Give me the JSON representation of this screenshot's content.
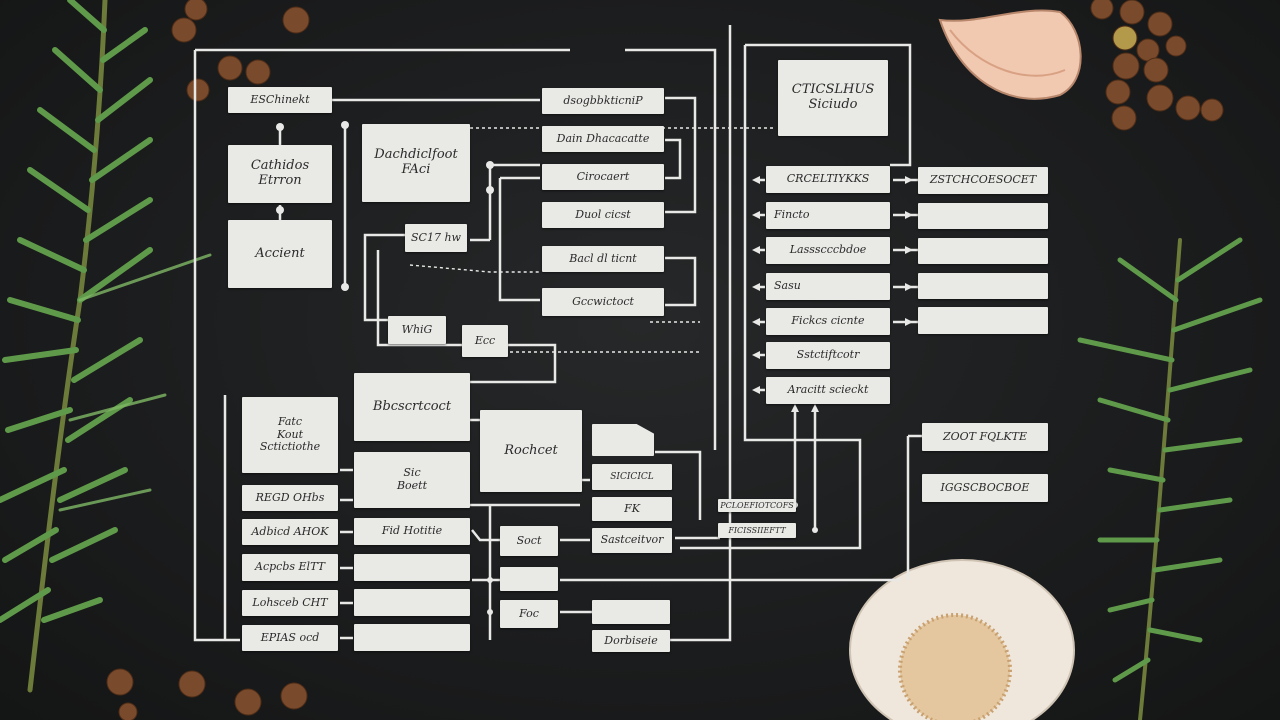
{
  "colors": {
    "background": "#1c1d1e",
    "line": "#e8e8e6",
    "box_fill": "#e9e9e6",
    "box_text": "#2b2b2b",
    "rosemary": "#5f9a4a",
    "garlic": "#efe7dc",
    "peppercorn": "#7a4a2c"
  },
  "decorations": [
    "rosemary-sprig-left",
    "rosemary-sprig-right",
    "garlic-clove",
    "garlic-bulb",
    "peppercorns"
  ],
  "boxes": [
    {
      "name": "node-top-left-title",
      "text": "ESChinekt"
    },
    {
      "name": "node-left-1",
      "text": "Cathidos\nEtrron"
    },
    {
      "name": "node-left-2",
      "text": "Accient"
    },
    {
      "name": "node-center-1",
      "text": "Dachdiclfoot\nFAci"
    },
    {
      "name": "node-center-small",
      "text": "SC17 hw"
    },
    {
      "name": "node-list-a-1",
      "text": "dsogbbkticniP"
    },
    {
      "name": "node-list-a-2",
      "text": "Dain Dhacacatte"
    },
    {
      "name": "node-list-a-3",
      "text": "Cirocaert"
    },
    {
      "name": "node-list-a-4",
      "text": "Duol cicst"
    },
    {
      "name": "node-list-a-5",
      "text": "Bacl dl ticnt"
    },
    {
      "name": "node-list-a-6",
      "text": "Gccwictoct"
    },
    {
      "name": "node-top-right",
      "text": "CTICSLHUS\nSiciudo"
    },
    {
      "name": "node-right-1",
      "text": "CRCELTIYKKS"
    },
    {
      "name": "node-right-2",
      "text": "Fincto"
    },
    {
      "name": "node-right-3",
      "text": "Lassscccbdoe"
    },
    {
      "name": "node-right-4",
      "text": "Sasu"
    },
    {
      "name": "node-right-5",
      "text": "Fickcs cicnte"
    },
    {
      "name": "node-right-6",
      "text": "Sstctiftcotr"
    },
    {
      "name": "node-right-7",
      "text": "Aracitt scieckt"
    },
    {
      "name": "node-far-right-1",
      "text": "ZSTCHCOESOCET"
    },
    {
      "name": "node-far-right-2",
      "text": ""
    },
    {
      "name": "node-far-right-3",
      "text": ""
    },
    {
      "name": "node-far-right-4",
      "text": ""
    },
    {
      "name": "node-far-right-5",
      "text": ""
    },
    {
      "name": "node-mid-1",
      "text": "WhiG"
    },
    {
      "name": "node-mid-2",
      "text": "Ecc"
    },
    {
      "name": "node-mid-large",
      "text": "Bbcscrtcoct"
    },
    {
      "name": "node-side-list",
      "text": "Fatc\nKout\nSctictiothe"
    },
    {
      "name": "node-mid-3",
      "text": "Sic\nBoett"
    },
    {
      "name": "node-center-main",
      "text": "Rochcet"
    },
    {
      "name": "node-folder",
      "text": ""
    },
    {
      "name": "node-center-small-1",
      "text": "SICICICL"
    },
    {
      "name": "node-center-small-2",
      "text": "FK"
    },
    {
      "name": "node-center-small-3",
      "text": "Sastceitvor"
    },
    {
      "name": "node-left-list-1",
      "text": "REGD OHbs"
    },
    {
      "name": "node-left-list-2",
      "text": "Adbicd AHOK"
    },
    {
      "name": "node-left-list-3",
      "text": "Acpcbs ElTT"
    },
    {
      "name": "node-left-list-4",
      "text": "Lohsceb CHT"
    },
    {
      "name": "node-left-list-5",
      "text": "EPIAS ocd"
    },
    {
      "name": "node-bottom-1",
      "text": "Fid Hotitie"
    },
    {
      "name": "node-bottom-2",
      "text": ""
    },
    {
      "name": "node-bottom-3",
      "text": ""
    },
    {
      "name": "node-bottom-4",
      "text": ""
    },
    {
      "name": "node-mini-1",
      "text": "Soct"
    },
    {
      "name": "node-mini-2",
      "text": ""
    },
    {
      "name": "node-mini-3",
      "text": "Foc"
    },
    {
      "name": "node-bottom-right-1",
      "text": ""
    },
    {
      "name": "node-bottom-right-2",
      "text": "Dorbiseie"
    },
    {
      "name": "node-tag-1",
      "text": "PCLOEFIOTCOFS"
    },
    {
      "name": "node-tag-2",
      "text": "FICISSIIEFTT"
    },
    {
      "name": "node-side-1",
      "text": "ZOOT FQLKTE"
    },
    {
      "name": "node-side-2",
      "text": "IGGSCBOCBOE"
    }
  ]
}
